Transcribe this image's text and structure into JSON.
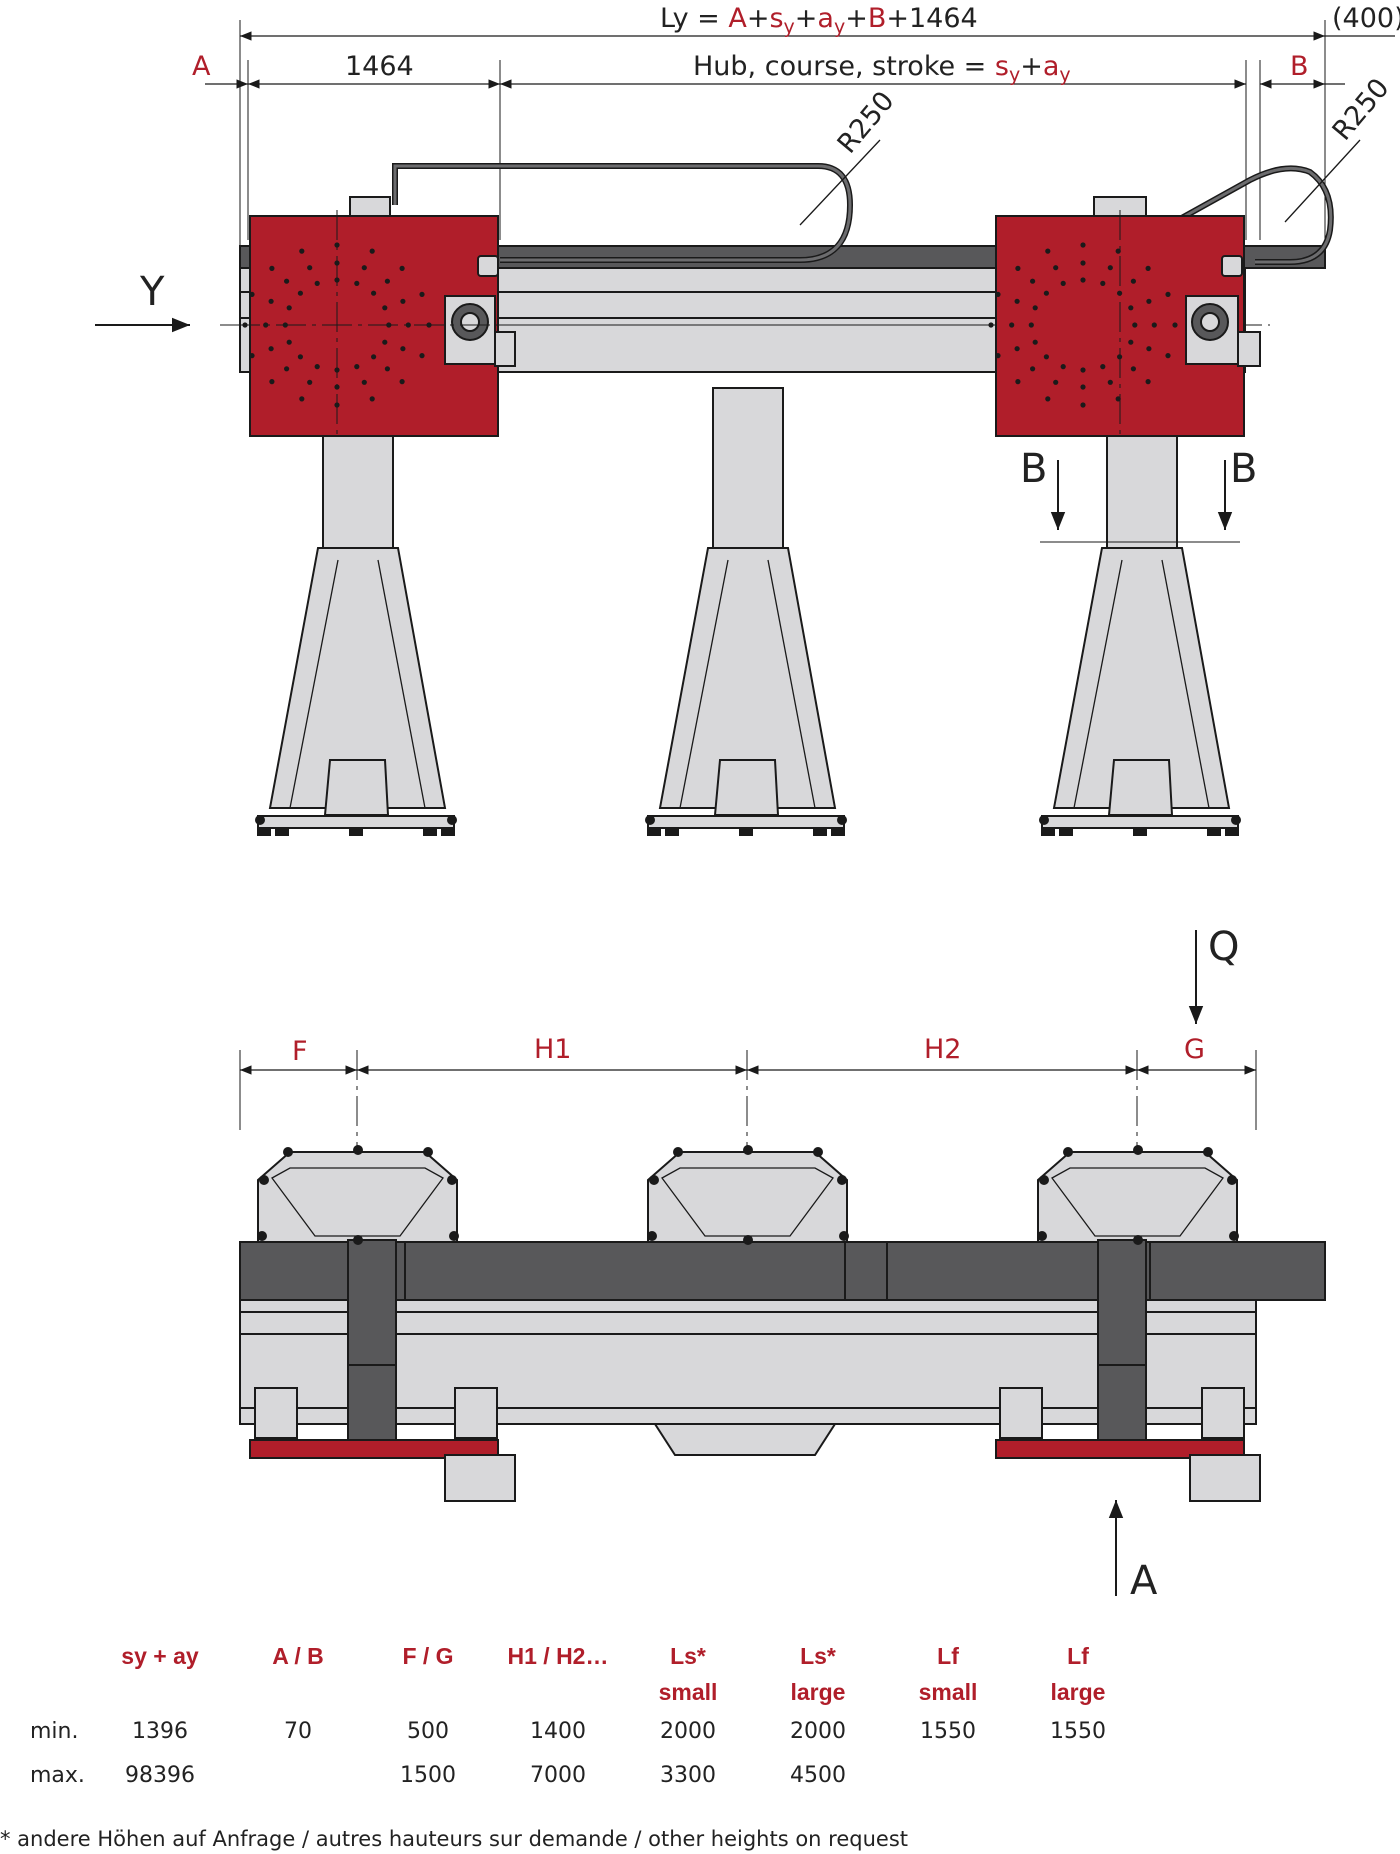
{
  "colors": {
    "red": "#b01e2a",
    "steel": "#d8d8da",
    "dark": "#58585a",
    "line": "#1a1a1a"
  },
  "side_view": {
    "ly_label": {
      "prefix": "Ly = ",
      "A": "A",
      "plus1": "+",
      "sy": "s",
      "sy_sub": "y",
      "plus2": "+",
      "ay": "a",
      "ay_sub": "y",
      "plus3": "+",
      "B": "B",
      "tail": "+1464"
    },
    "offset_label": "(400)",
    "a_label": "A",
    "b_label": "B",
    "dim_1464": "1464",
    "stroke_label": {
      "text": "Hub, course, stroke = ",
      "sy": "s",
      "sy_sub": "y",
      "plus": "+",
      "ay": "a",
      "ay_sub": "y"
    },
    "radius_left": "R250",
    "radius_right": "R250",
    "y_axis": "Y",
    "section_left": "B",
    "section_right": "B"
  },
  "front_view": {
    "q_label": "Q",
    "f_label": "F",
    "h1_label": "H1",
    "h2_label": "H2",
    "g_label": "G",
    "a_arrow_label": "A"
  },
  "table": {
    "headers": [
      {
        "line1": "sy + ay",
        "line2": ""
      },
      {
        "line1": "A / B",
        "line2": ""
      },
      {
        "line1": "F / G",
        "line2": ""
      },
      {
        "line1": "H1 / H2…",
        "line2": ""
      },
      {
        "line1": "Ls*",
        "line2": "small"
      },
      {
        "line1": "Ls*",
        "line2": "large"
      },
      {
        "line1": "Lf",
        "line2": "small"
      },
      {
        "line1": "Lf",
        "line2": "large"
      }
    ],
    "rows": [
      {
        "label": "min.",
        "values": [
          "1396",
          "70",
          "500",
          "1400",
          "2000",
          "2000",
          "1550",
          "1550"
        ]
      },
      {
        "label": "max.",
        "values": [
          "98396",
          "",
          "1500",
          "7000",
          "3300",
          "4500",
          "",
          ""
        ]
      }
    ]
  },
  "footnote": "* andere Höhen auf Anfrage / autres hauteurs sur demande / other heights on request"
}
